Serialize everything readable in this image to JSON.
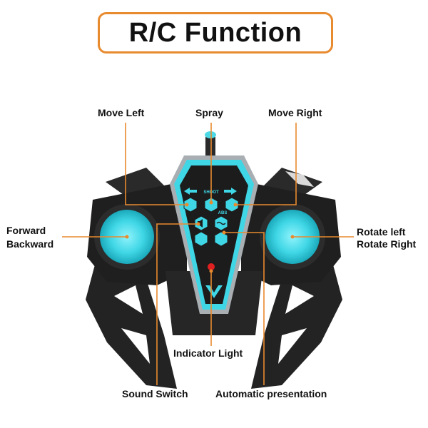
{
  "title": "R/C Function",
  "colors": {
    "accent": "#e88a2e",
    "body": "#1f1f1f",
    "cyan": "#3fd6e6",
    "indicator": "#e02020"
  },
  "remote": {
    "shoot_label": "SHOOT",
    "abs_label": "ABS"
  },
  "labels": {
    "move_left": "Move Left",
    "spray": "Spray",
    "move_right": "Move Right",
    "forward": "Forward",
    "backward": "Backward",
    "rotate_left": "Rotate left",
    "rotate_right": "Rotate Right",
    "indicator_light": "Indicator Light",
    "sound_switch": "Sound Switch",
    "automatic_presentation": "Automatic presentation"
  }
}
